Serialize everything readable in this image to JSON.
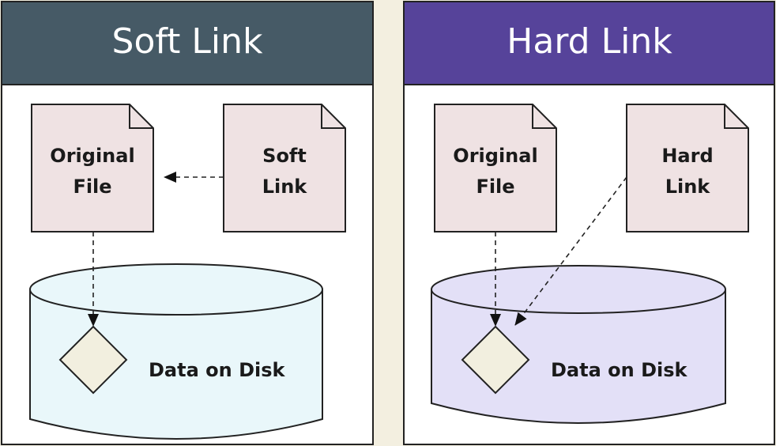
{
  "panels": [
    {
      "title": "Soft Link",
      "left_doc": {
        "line1": "Original",
        "line2": "File"
      },
      "right_doc": {
        "line1": "Soft",
        "line2": "Link"
      },
      "disk_label": "Data on Disk"
    },
    {
      "title": "Hard Link",
      "left_doc": {
        "line1": "Original",
        "line2": "File"
      },
      "right_doc": {
        "line1": "Hard",
        "line2": "Link"
      },
      "disk_label": "Data on Disk"
    }
  ],
  "colors": {
    "background": "#f3efe0",
    "soft_header": "#465a66",
    "hard_header": "#56439a",
    "doc_fill": "#efe2e3",
    "soft_disk": "#e9f7fa",
    "hard_disk": "#e3e0f7",
    "diamond_fill": "#f2efdf"
  }
}
